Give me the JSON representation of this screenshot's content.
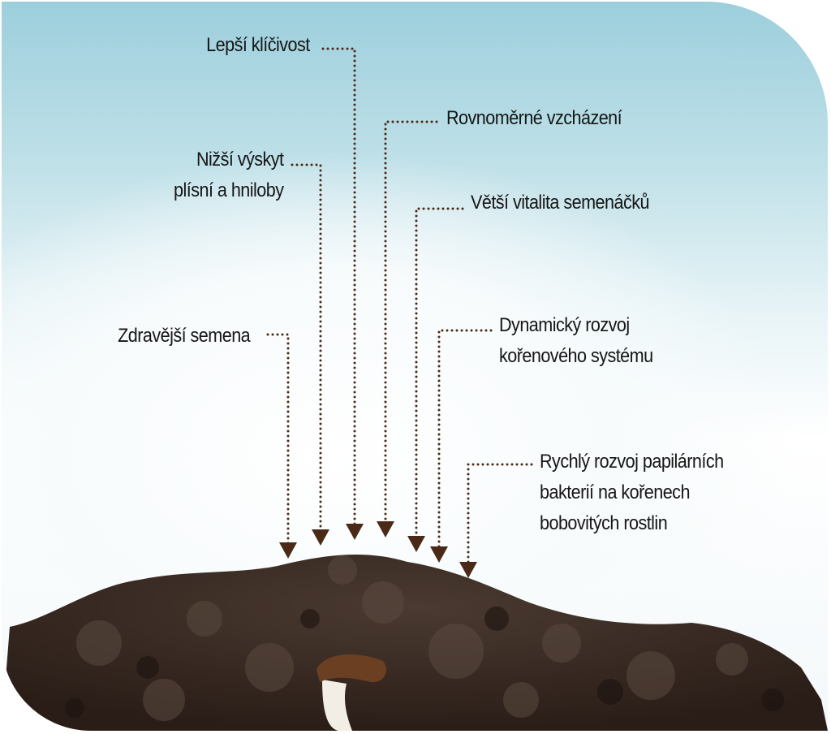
{
  "labels": {
    "zdravejsi": [
      "Zdravější semena"
    ],
    "nizsi": [
      "Nižší výskyt",
      "plísní a hniloby"
    ],
    "lepsi": [
      "Lepší klíčivost"
    ],
    "rovnomerne": [
      "Rovnoměrné vzcházení"
    ],
    "vetsi": [
      "Větší vitalita semenáčků"
    ],
    "dynamicky": [
      "Dynamický rozvoj",
      "kořenového systému"
    ],
    "rychly": [
      "Rychlý rozvoj papilárních",
      "bakterií na kořenech",
      "bobovitých rostlin"
    ]
  },
  "colors": {
    "connector": "#4a2a17",
    "soil": "#3a2a22",
    "sky": "#9ccfdc"
  }
}
